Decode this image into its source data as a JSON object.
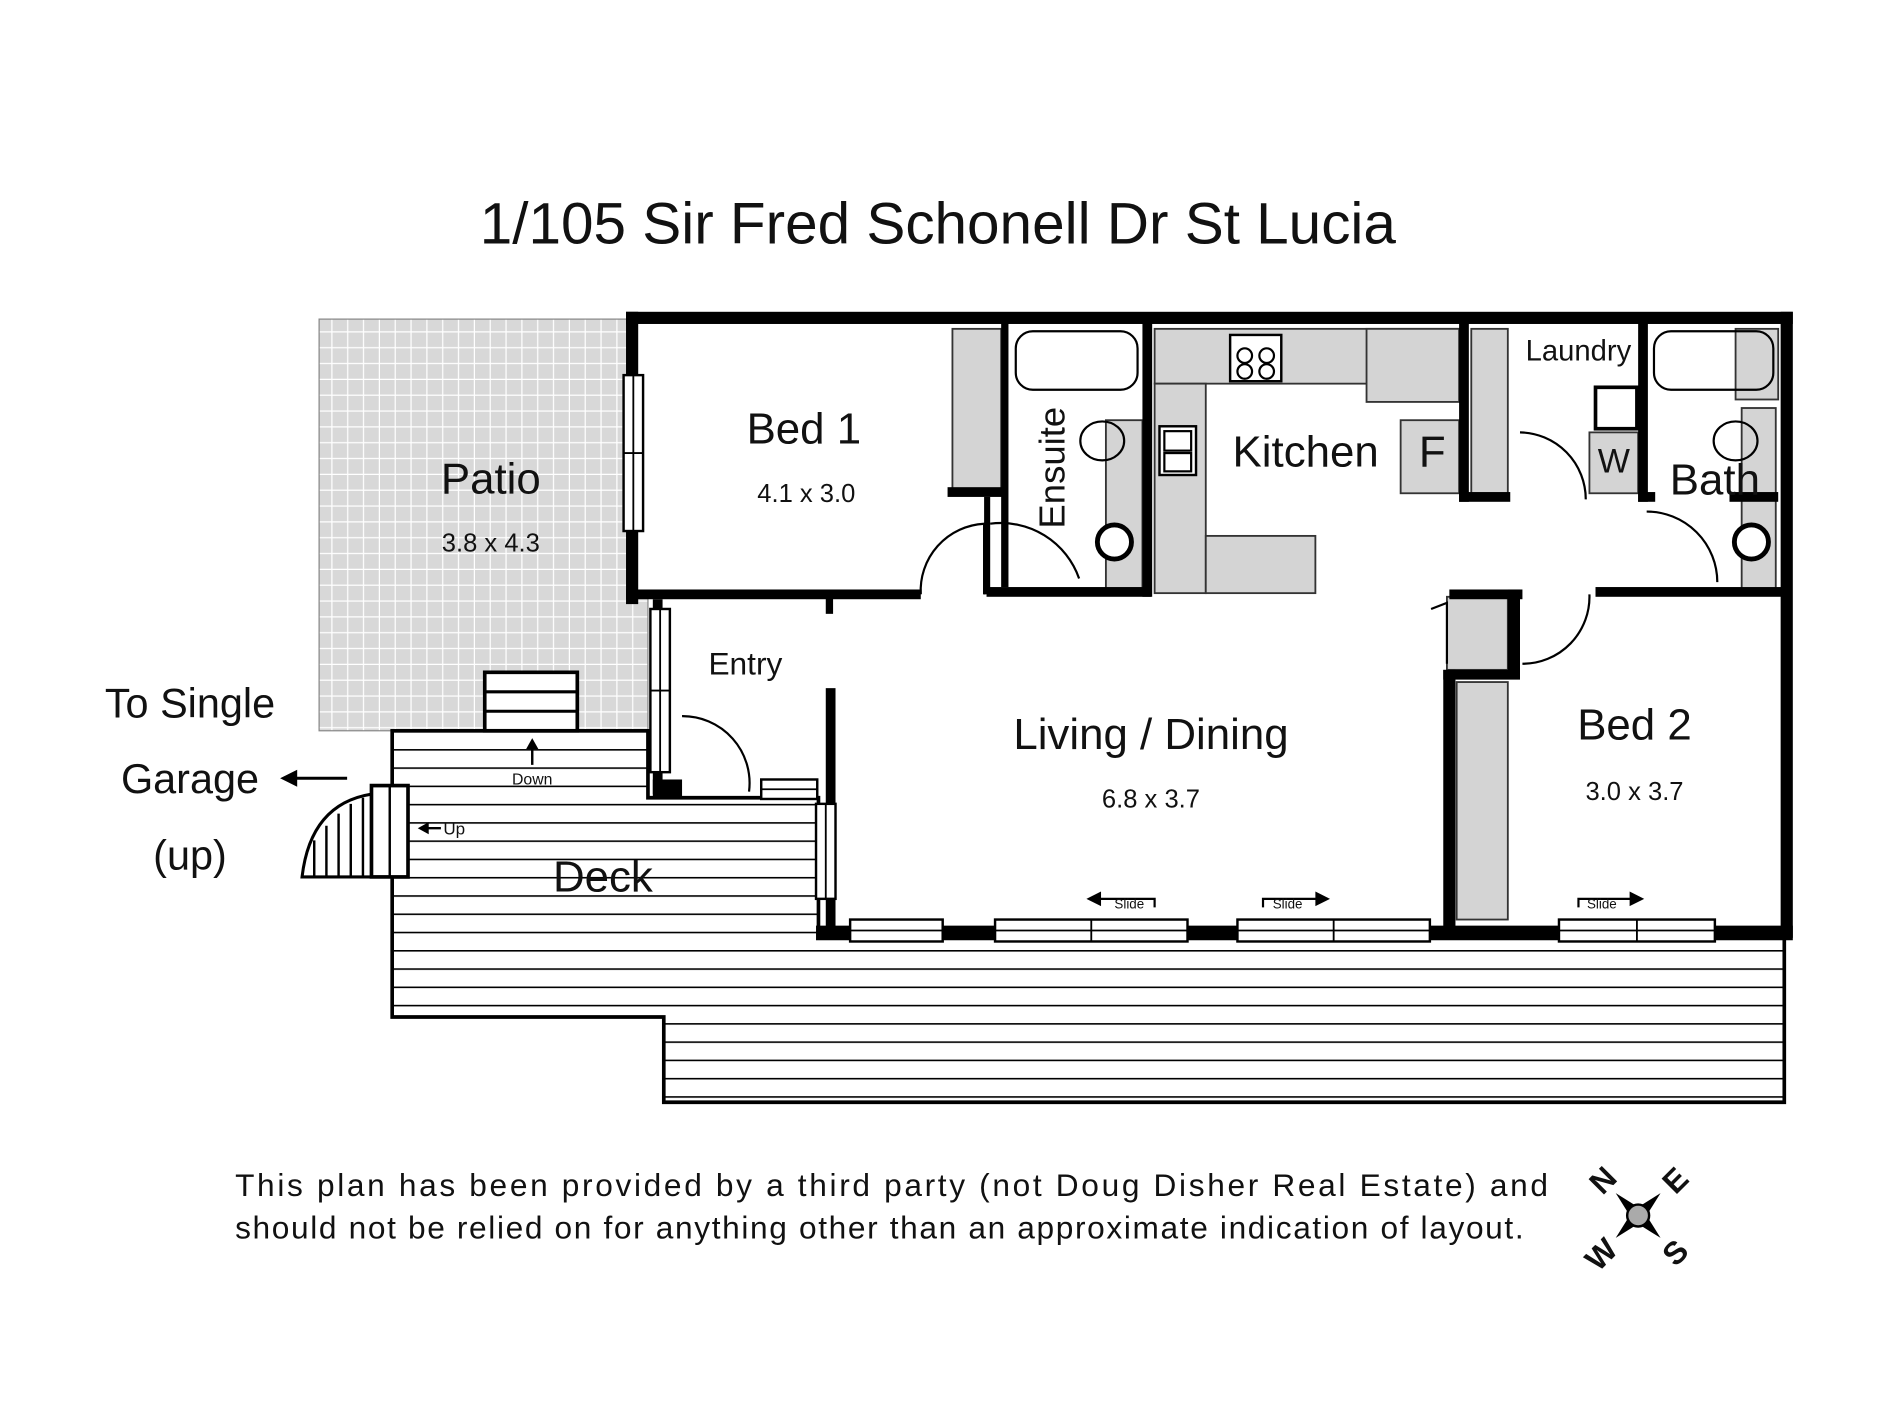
{
  "title": "1/105 Sir Fred Schonell Dr St Lucia",
  "rooms": {
    "patio": {
      "label": "Patio",
      "size": "3.8 x 4.3"
    },
    "bed1": {
      "label": "Bed 1",
      "size": "4.1 x 3.0"
    },
    "ensuite": {
      "label": "Ensuite"
    },
    "kitchen": {
      "label": "Kitchen",
      "fridge": "F"
    },
    "laundry": {
      "label": "Laundry",
      "washer": "W"
    },
    "bath": {
      "label": "Bath"
    },
    "entry": {
      "label": "Entry"
    },
    "living": {
      "label": "Living / Dining",
      "size": "6.8 x 3.7"
    },
    "bed2": {
      "label": "Bed 2",
      "size": "3.0 x 3.7"
    },
    "deck": {
      "label": "Deck"
    }
  },
  "annotations": {
    "garage_line1": "To Single",
    "garage_line2": "Garage",
    "garage_line3": "(up)",
    "down": "Down",
    "up": "Up",
    "slide": "Slide"
  },
  "disclaimer": {
    "line1": "This plan has been provided by a third party (not Doug Disher Real Estate) and",
    "line2": "should not be relied on for anything other than an approximate indication of layout."
  },
  "compass": {
    "n": "N",
    "e": "E",
    "s": "S",
    "w": "W"
  }
}
